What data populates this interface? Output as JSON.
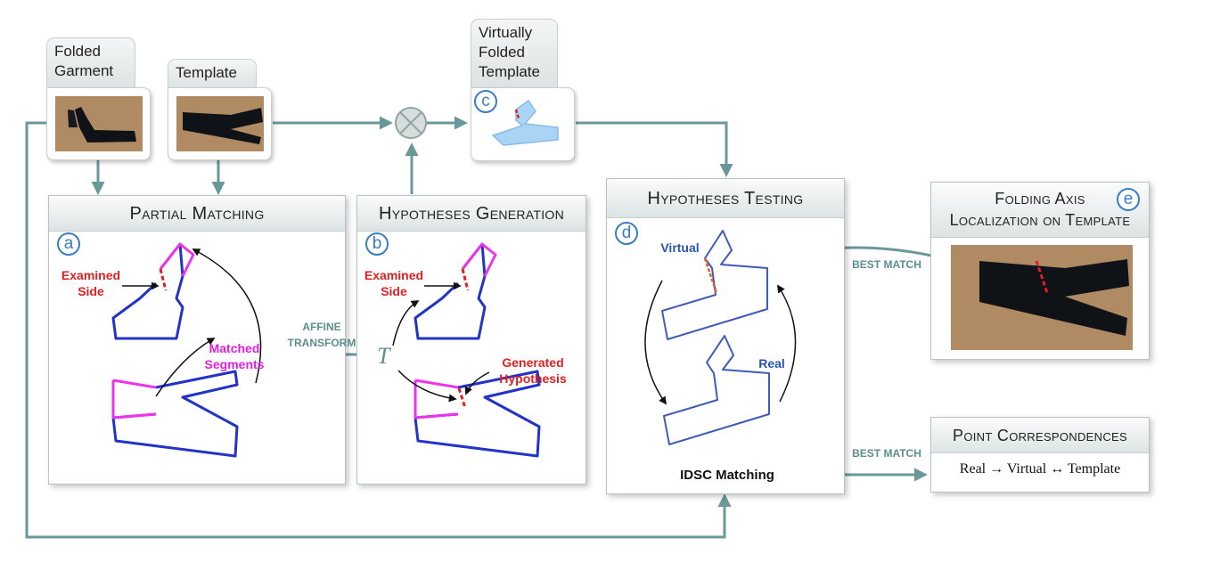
{
  "colors": {
    "flow": "#6a9898",
    "contour": "#2233c8",
    "matched": "#ee33ee",
    "fold": "#e02020",
    "badge": "#3a7dc0",
    "virtual_fill": "#a9d4f5"
  },
  "inputs": {
    "folded_garment": "Folded\nGarment",
    "template": "Template",
    "virtually_folded_template": "Virtually\nFolded\nTemplate"
  },
  "panels": {
    "partial_matching": "Partial Matching",
    "hypotheses_generation": "Hypotheses Generation",
    "hypotheses_testing": "Hypotheses Testing",
    "folding_axis": "Folding Axis\nLocalization on Template",
    "point_correspondences": "Point Correspondences"
  },
  "badges": {
    "a": "a",
    "b": "b",
    "c": "c",
    "d": "d",
    "e": "e"
  },
  "labels": {
    "examined_side": "Examined\nSide",
    "matched_segments": "Matched\nSegments",
    "affine_transform": "AFFINE\nTRANSFORM",
    "transform_symbol": "T",
    "generated_hypothesis": "Generated\nHypothesis",
    "virtual": "Virtual",
    "real": "Real",
    "idsc_matching": "IDSC Matching",
    "best_match": "BEST MATCH",
    "correspondence_formula": "Real → Virtual ↔ Template"
  }
}
